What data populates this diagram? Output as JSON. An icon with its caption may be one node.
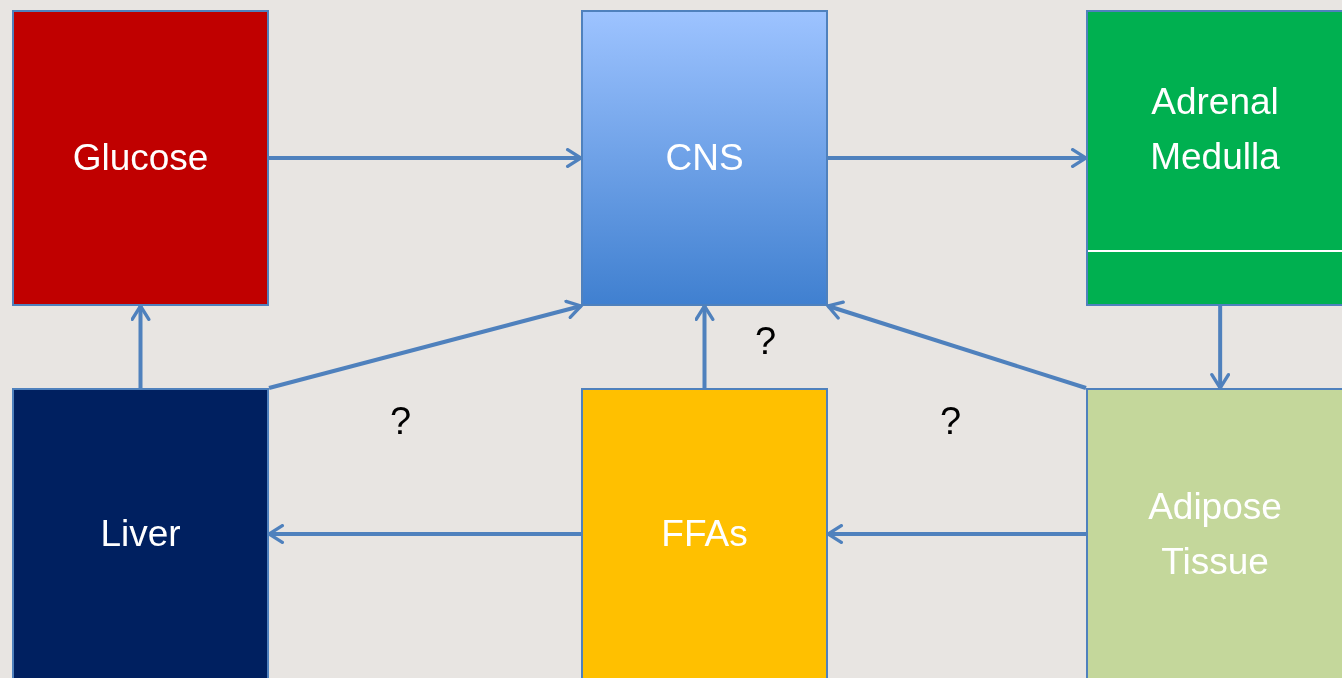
{
  "diagram": {
    "nodes": [
      {
        "text": [
          "Glucose"
        ]
      },
      {
        "text": [
          "CNS"
        ]
      },
      {
        "text": [
          "Adrenal Medulla"
        ]
      },
      {
        "text": [
          "Liver"
        ]
      },
      {
        "text": [
          "FFAs"
        ]
      },
      {
        "text": [
          "Adipose Tissue"
        ]
      }
    ],
    "edges": [
      {
        "from": 0,
        "to": 1,
        "arrow": "to"
      },
      {
        "from": 1,
        "to": 2,
        "arrow": "to"
      },
      {
        "from": 2,
        "to": 5,
        "arrow": "to"
      },
      {
        "from": 3,
        "to": 0,
        "arrow": "to"
      },
      {
        "from": 3,
        "to": 1,
        "arrow": "to"
      },
      {
        "from": 4,
        "to": 1,
        "arrow": "to"
      },
      {
        "from": 5,
        "to": 1,
        "arrow": "to"
      },
      {
        "from": 5,
        "to": 4,
        "arrow": "to"
      },
      {
        "from": 4,
        "to": 3,
        "arrow": "to"
      }
    ],
    "labels": [
      "?",
      "?",
      "?"
    ]
  }
}
